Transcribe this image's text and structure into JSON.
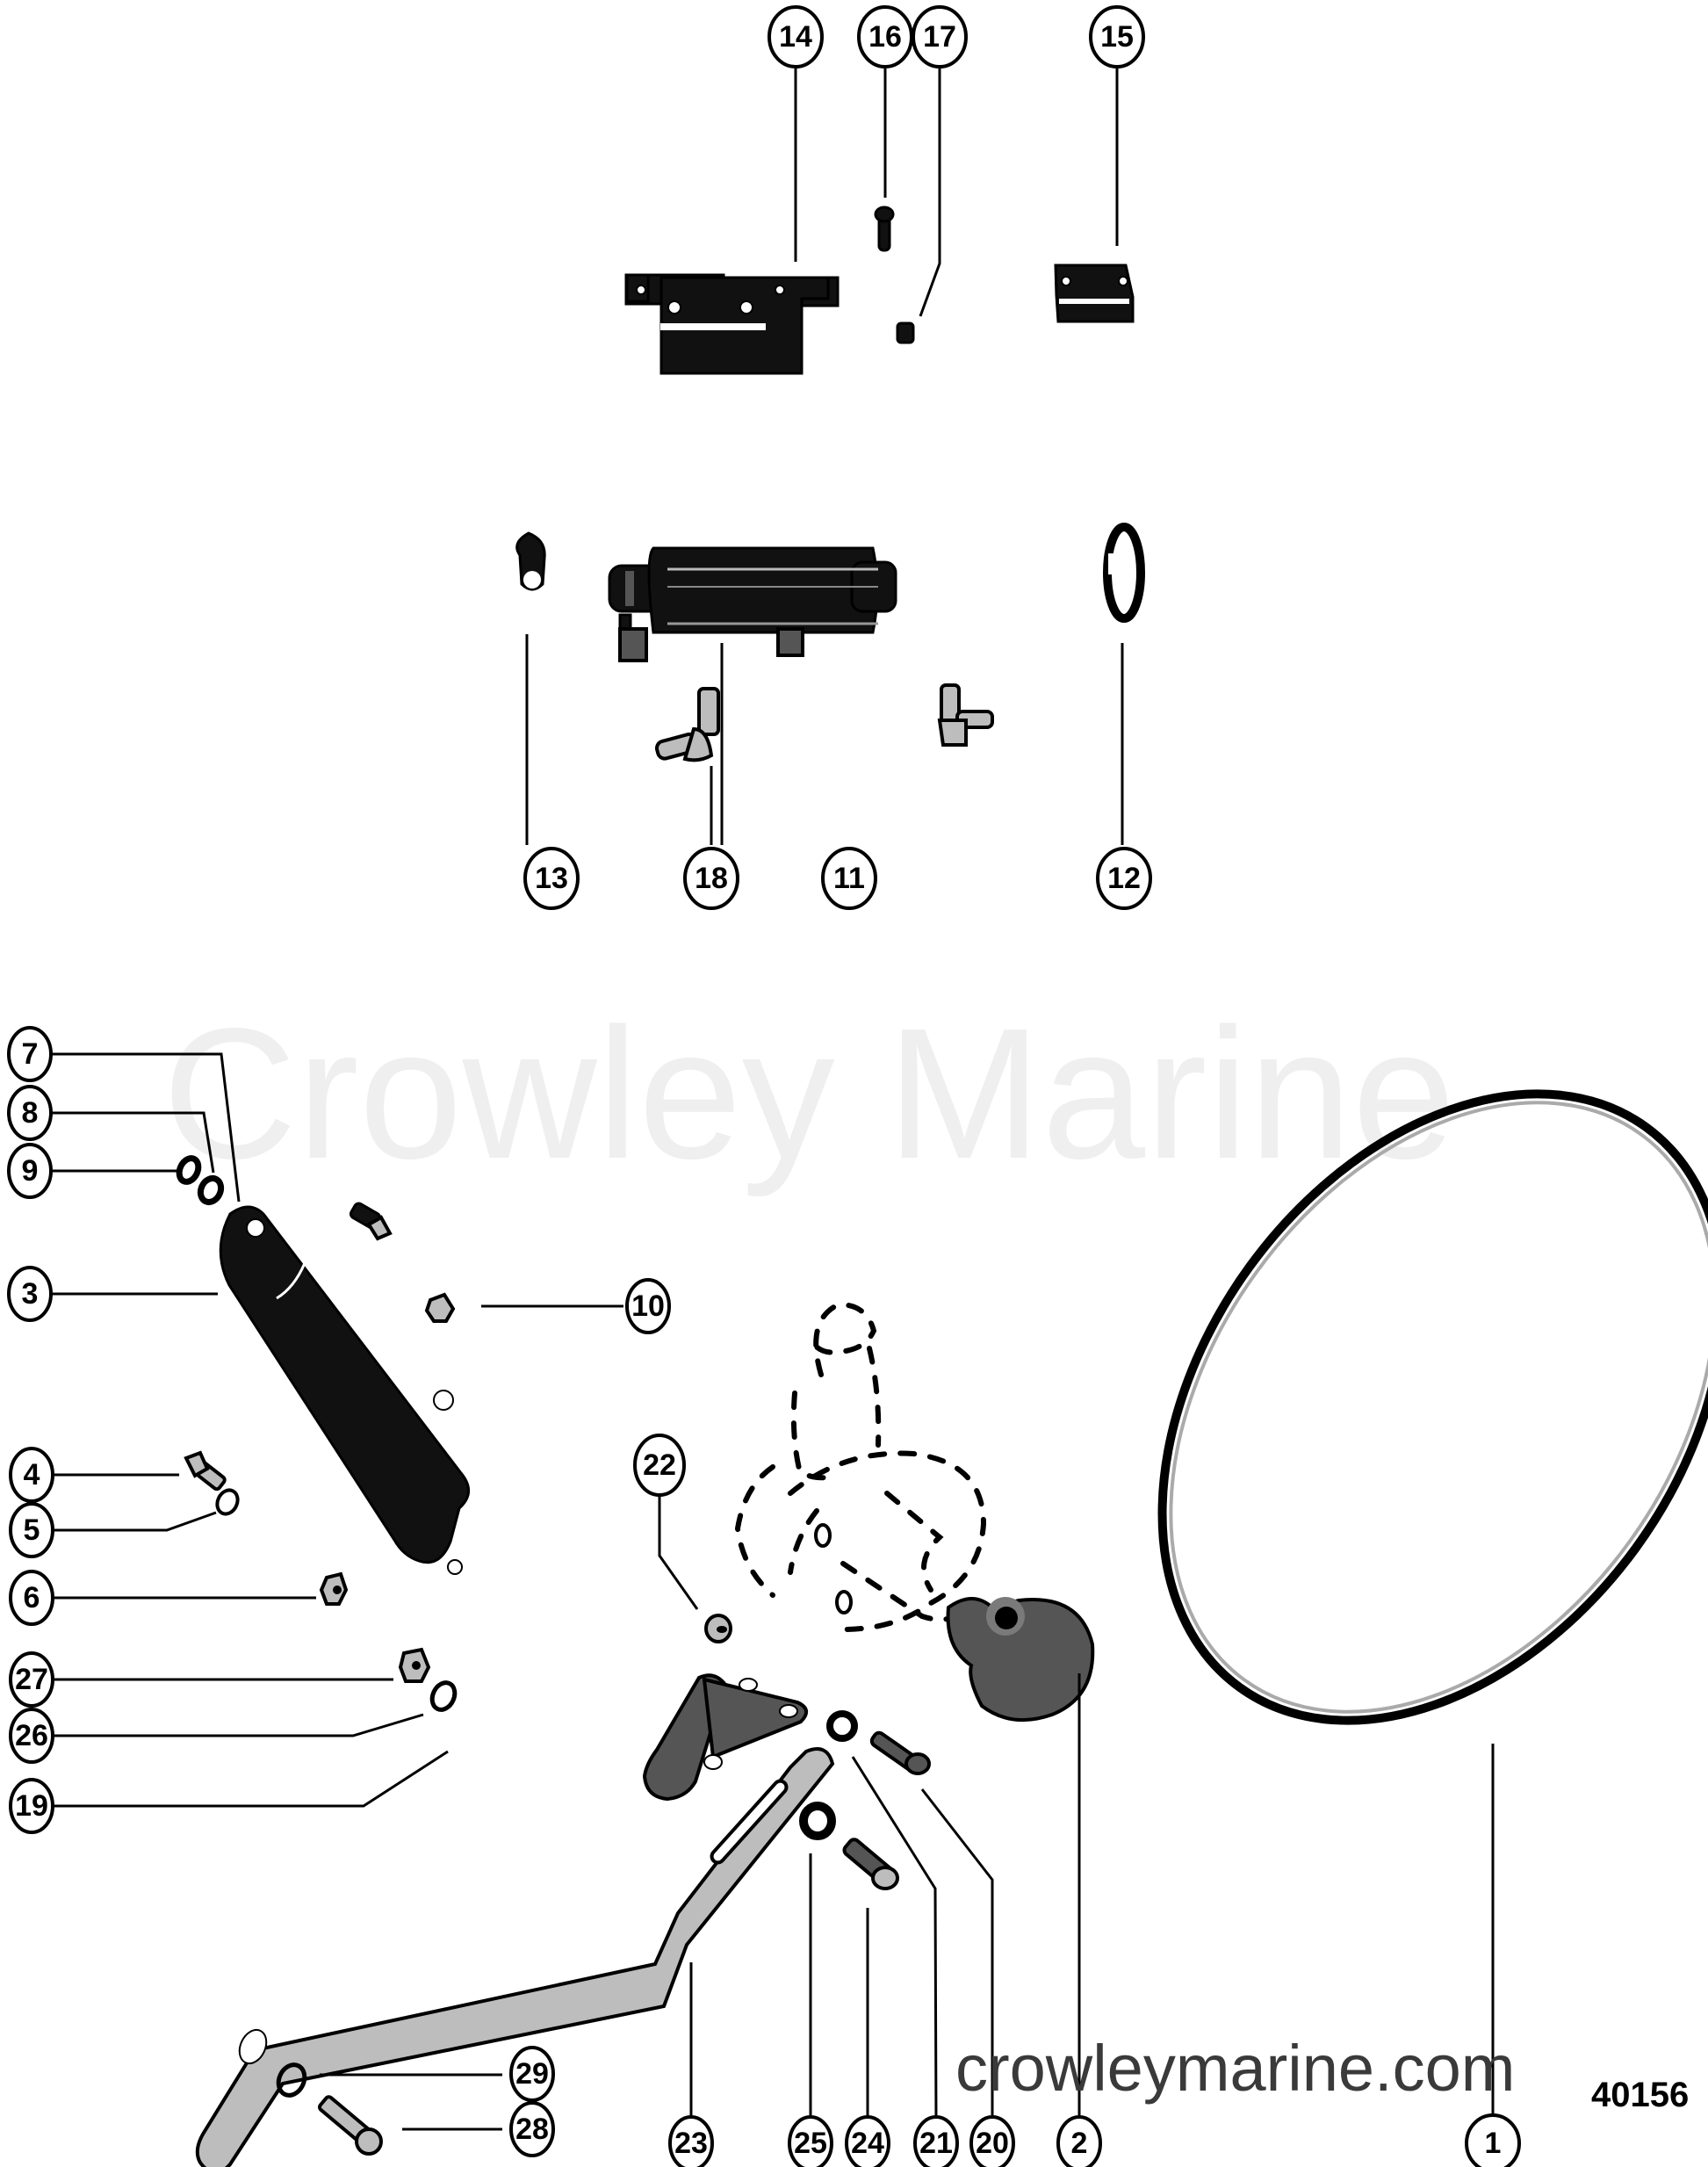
{
  "diagram": {
    "watermark_text": "Crowley Marine",
    "site_url": "crowleymarine.com",
    "figure_number": "40156",
    "callouts": {
      "c1": "1",
      "c2": "2",
      "c3": "3",
      "c4": "4",
      "c5": "5",
      "c6": "6",
      "c7": "7",
      "c8": "8",
      "c9": "9",
      "c10": "10",
      "c11": "11",
      "c12": "12",
      "c13": "13",
      "c14": "14",
      "c15": "15",
      "c16": "16",
      "c17": "17",
      "c18": "18",
      "c19": "19",
      "c20": "20",
      "c21": "21",
      "c22": "22",
      "c23": "23",
      "c24": "24",
      "c25": "25",
      "c26": "26",
      "c27": "27",
      "c28": "28",
      "c29": "29"
    },
    "parts": [
      {
        "callout": "1",
        "shape": "drive-belt"
      },
      {
        "callout": "2",
        "shape": "pulley-hub"
      },
      {
        "callout": "3",
        "shape": "mounting-bracket"
      },
      {
        "callout": "4",
        "shape": "bolt"
      },
      {
        "callout": "5",
        "shape": "washer"
      },
      {
        "callout": "6",
        "shape": "nut"
      },
      {
        "callout": "7",
        "shape": "bolt"
      },
      {
        "callout": "8",
        "shape": "washer"
      },
      {
        "callout": "9",
        "shape": "washer"
      },
      {
        "callout": "10",
        "shape": "nut"
      },
      {
        "callout": "11",
        "shape": "cooler-cylinder"
      },
      {
        "callout": "12",
        "shape": "hose-clamp"
      },
      {
        "callout": "13",
        "shape": "hose-clamp"
      },
      {
        "callout": "14",
        "shape": "clamp-bracket"
      },
      {
        "callout": "15",
        "shape": "clamp-strap"
      },
      {
        "callout": "16",
        "shape": "screw"
      },
      {
        "callout": "17",
        "shape": "nut"
      },
      {
        "callout": "18",
        "shape": "elbow-fitting"
      },
      {
        "callout": "19",
        "shape": "pivot-bracket"
      },
      {
        "callout": "20",
        "shape": "bolt"
      },
      {
        "callout": "21",
        "shape": "washer"
      },
      {
        "callout": "22",
        "shape": "nut"
      },
      {
        "callout": "23",
        "shape": "adjusting-arm"
      },
      {
        "callout": "24",
        "shape": "bolt"
      },
      {
        "callout": "25",
        "shape": "washer"
      },
      {
        "callout": "26",
        "shape": "washer"
      },
      {
        "callout": "27",
        "shape": "nut"
      },
      {
        "callout": "28",
        "shape": "bolt"
      },
      {
        "callout": "29",
        "shape": "washer"
      }
    ]
  }
}
